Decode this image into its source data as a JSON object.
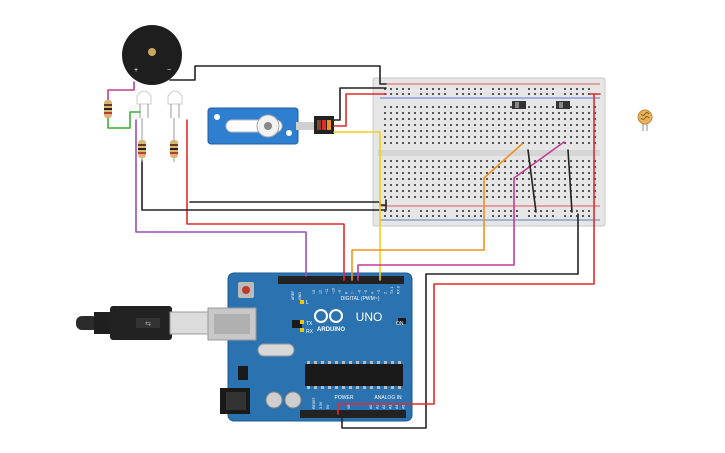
{
  "arduino": {
    "brand": "ARDUINO",
    "model": "UNO",
    "on_label": "ON",
    "tx_label": "TX",
    "rx_label": "RX",
    "l_label": "L",
    "digital_label": "DIGITAL (PWM~)",
    "power_label": "POWER",
    "analog_label": "ANALOG IN",
    "aref_label": "AREF",
    "gnd_label": "GND",
    "reset_label": "RESET",
    "v33_label": "3.3V",
    "v5_label": "5V",
    "vin_label": "VIN",
    "top_pins": [
      "13",
      "12",
      "~11",
      "~10",
      "~9",
      "8",
      "7",
      "~6",
      "~5",
      "4",
      "~3",
      "2",
      "TX 1",
      "RX 0"
    ],
    "analog_pins": [
      "A0",
      "A1",
      "A2",
      "A3",
      "A4",
      "A5"
    ]
  },
  "buzzer": {
    "plus": "+",
    "minus": "−"
  },
  "colors": {
    "board": "#2a72b0",
    "wire_red": "#e22b2b",
    "wire_black": "#222222",
    "wire_orange": "#f0901e",
    "wire_yellow": "#f2cf1a",
    "wire_purple": "#9a4fb0",
    "wire_magenta": "#c23c96",
    "wire_green": "#3fae3f",
    "servo": "#2f7fd0",
    "breadboard": "#e6e6e6"
  }
}
